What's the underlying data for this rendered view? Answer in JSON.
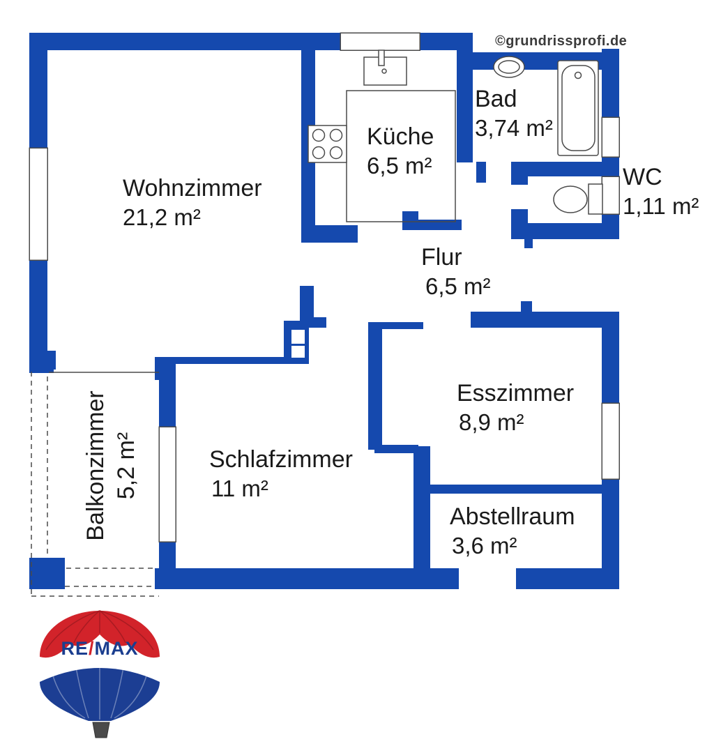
{
  "copyright": "©grundrissprofi.de",
  "rooms": [
    {
      "id": "wohnzimmer",
      "name": "Wohnzimmer",
      "area": "21,2 m²"
    },
    {
      "id": "kueche",
      "name": "Küche",
      "area": "6,5 m²"
    },
    {
      "id": "bad",
      "name": "Bad",
      "area": "3,74 m²"
    },
    {
      "id": "wc",
      "name": "WC",
      "area": "1,11 m²"
    },
    {
      "id": "flur",
      "name": "Flur",
      "area": "6,5 m²"
    },
    {
      "id": "esszimmer",
      "name": "Esszimmer",
      "area": "8,9 m²"
    },
    {
      "id": "schlafzimmer",
      "name": "Schlafzimmer",
      "area": "11 m²"
    },
    {
      "id": "abstellraum",
      "name": "Abstellraum",
      "area": "3,6 m²"
    },
    {
      "id": "balkonzimmer",
      "name": "Balkonzimmer",
      "area": "5,2 m²"
    }
  ],
  "logo": {
    "part1": "RE",
    "slash": "/",
    "part2": "MAX"
  },
  "colors": {
    "wall_blue": "#1549ae",
    "line_gray": "#4a4a4a",
    "copyright_gray": "#3b3b3b",
    "logo_red": "#d2232a",
    "logo_navy": "#1b3e8f",
    "balloon_blue": "#1c3e93",
    "basket_gray": "#4a4a4a"
  },
  "fixtures": [
    "kitchen-sink",
    "stove",
    "bathroom-sink",
    "bathtub",
    "toilet"
  ]
}
